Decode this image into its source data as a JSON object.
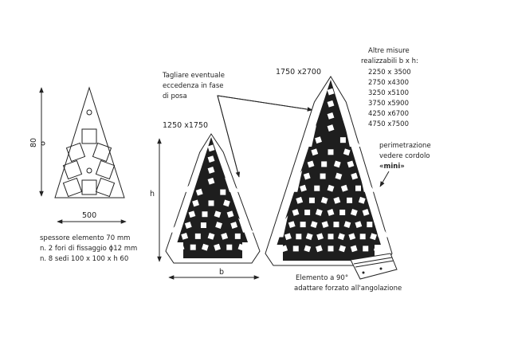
{
  "element": {
    "height_label": "80",
    "width_label": "500",
    "specs": [
      "spessore elemento 70 mm",
      "n. 2 fori di fissaggio ϕ12 mm",
      "n. 8 sedi 100 x 100 x h 60"
    ]
  },
  "cut_note": [
    "Tagliare eventuale",
    "eccedenza in fase",
    "di posa"
  ],
  "small": {
    "size": "1250 x1750",
    "h_label": "h",
    "b_label": "b"
  },
  "large": {
    "size": "1750 x2700"
  },
  "other_sizes": {
    "title": [
      "Altre misure",
      "realizzabili b x h:"
    ],
    "sizes": [
      "2250 x 3500",
      "2750 x4300",
      "3250 x5100",
      "3750 x5900",
      "4250 x6700",
      "4750 x7500"
    ]
  },
  "perimeter_note": [
    "perimetrazione",
    "vedere cordolo",
    "«mini»"
  ],
  "corner_note": [
    "Elemento a 90°",
    "adattare forzato all'angolazione"
  ],
  "colors": {
    "ink": "#222222",
    "fill": "#1e1e1e"
  }
}
